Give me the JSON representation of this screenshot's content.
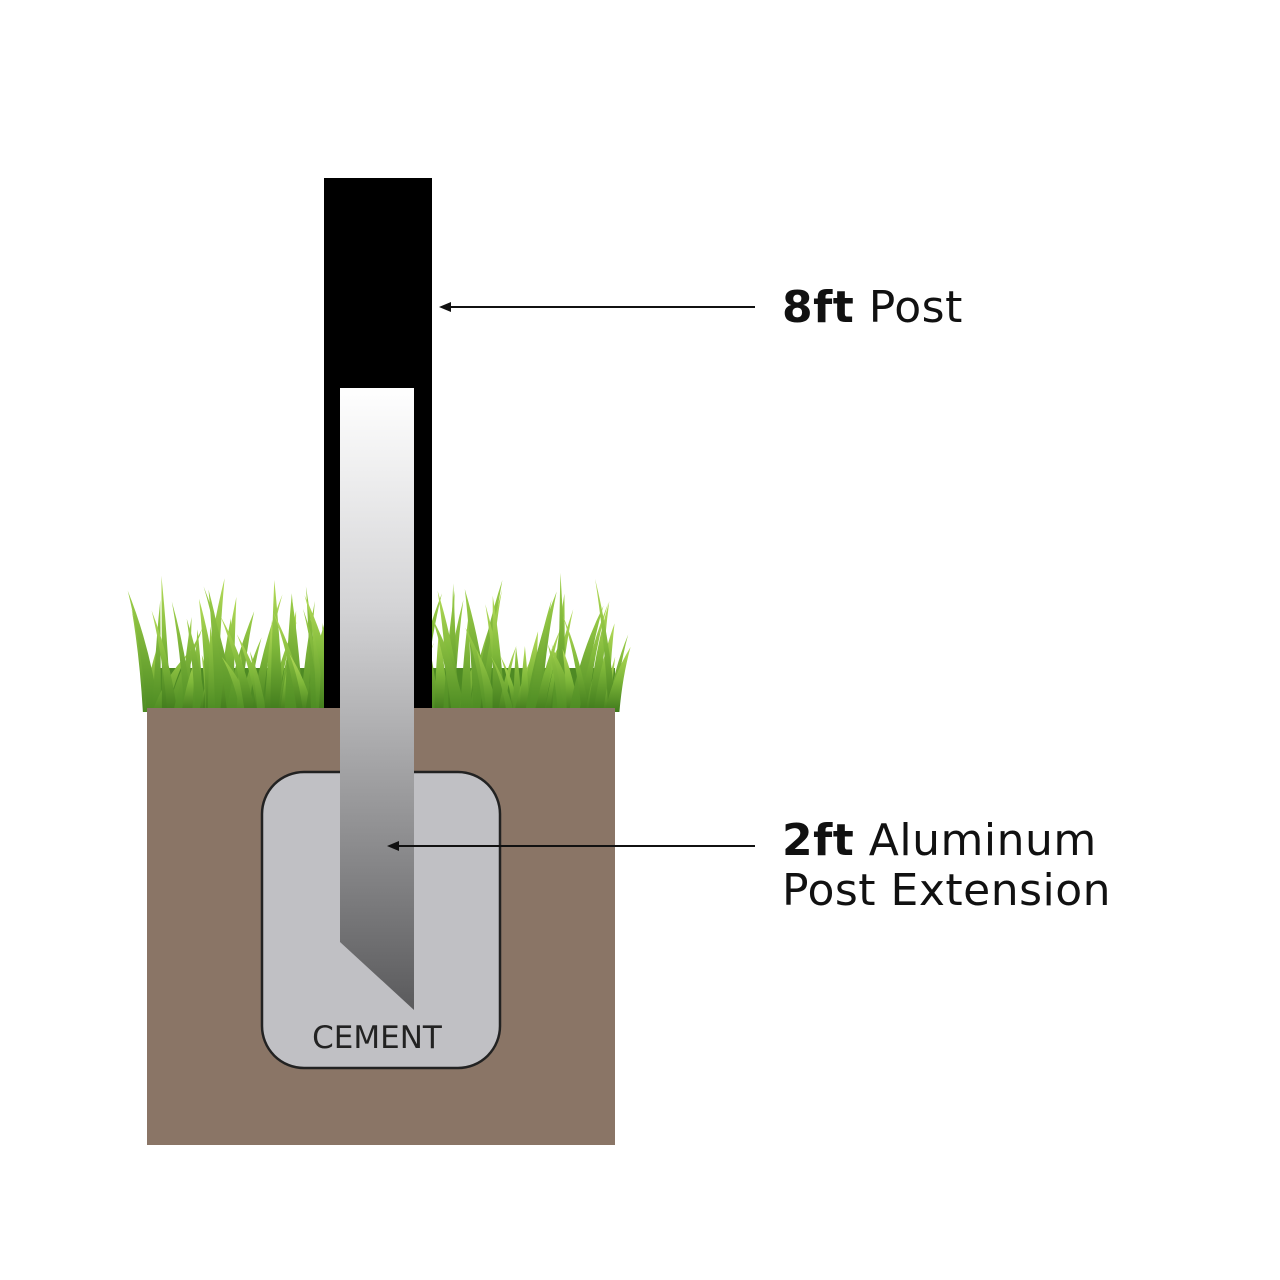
{
  "labels": {
    "post": {
      "size": "8ft",
      "name": "Post"
    },
    "extension": {
      "size": "2ft",
      "name_line1": "Aluminum",
      "name_line2": "Post Extension"
    },
    "cement": "CEMENT"
  },
  "colors": {
    "soil": "#8a7566",
    "grass_dark": "#4e8a24",
    "grass_light": "#9ccc4a",
    "post": "#000000",
    "cement": "#c0c0c4",
    "cement_stroke": "#222222",
    "metal_light": "#ffffff",
    "metal_dark": "#5a5a5c",
    "arrow": "#111111"
  },
  "icons": {
    "arrow": "arrow-left-icon"
  }
}
